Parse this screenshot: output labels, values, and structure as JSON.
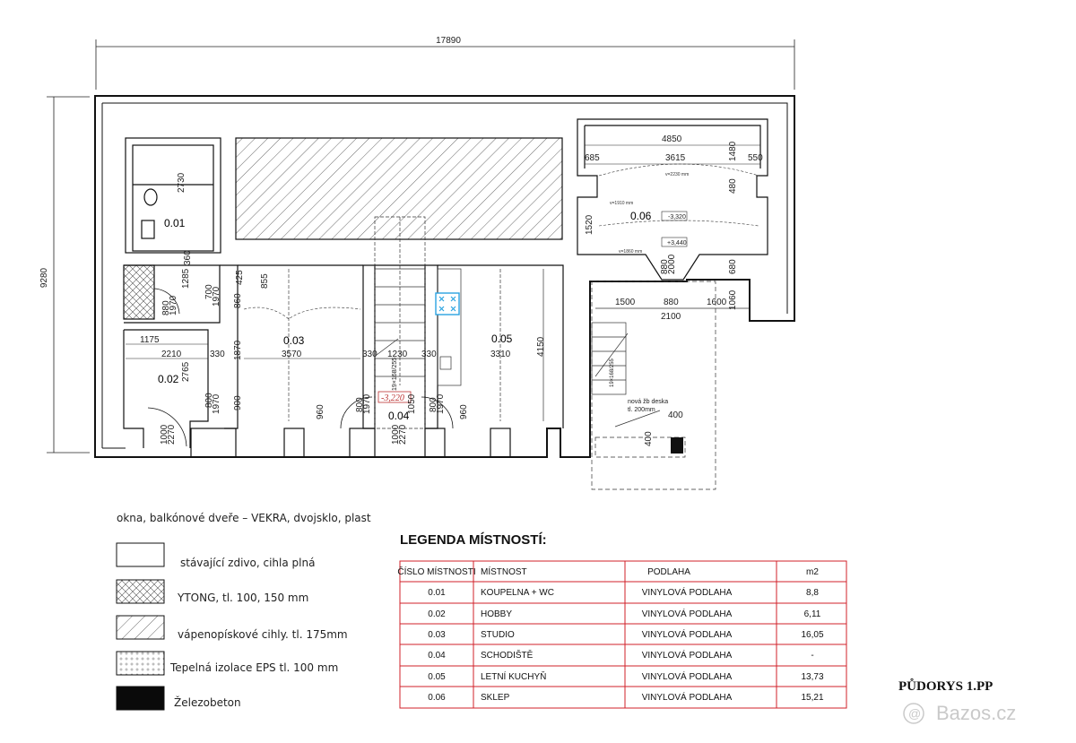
{
  "title": "PŮDORYS 1.PP",
  "watermark": "Bazos.cz",
  "dims": {
    "total_width": "17890",
    "total_height": "9280",
    "d2730": "2730",
    "d360": "360",
    "d1285": "1285",
    "d700_1970": "700",
    "d1970a": "1970",
    "d880_1970": "880",
    "d1970b": "1970",
    "d1175": "1175",
    "d2210": "2210",
    "d330a": "330",
    "d2765": "2765",
    "d800a": "800",
    "d1970c": "1970",
    "d1000": "1000",
    "d2270a": "2270",
    "d425": "425",
    "d855": "855",
    "d860": "860",
    "d1870": "1870",
    "d3570": "3570",
    "d900": "900",
    "d330b": "330",
    "d1230": "1230",
    "d330c": "330",
    "d960a": "960",
    "d800b": "800",
    "d1970d": "1970",
    "d1050": "1050",
    "d800c": "800",
    "d1970e": "1970",
    "d960b": "960",
    "d3310": "3310",
    "d4150": "4150",
    "d1000b": "1000",
    "d2270b": "2270",
    "stairs_label": "19×168/255",
    "level_stairs": "-3,220",
    "d4850": "4850",
    "d685": "685",
    "d3615": "3615",
    "d1480": "1480",
    "d550": "550",
    "d480": "480",
    "d1520": "1520",
    "level_cellar": "-3,320",
    "level_up": "+3,440",
    "d880_2000": "880",
    "d2000": "2000",
    "d680": "680",
    "d1500": "1500",
    "d880": "880",
    "d2100": "2100",
    "d1600": "1600",
    "d1060": "1060",
    "stairs2": "19×168/255",
    "new_slab_1": "nová žb deska",
    "new_slab_2": "tl. 200mm",
    "d400a": "400",
    "d400b": "400",
    "arch1": "v=2230 mm",
    "arch2": "v=1910 mm",
    "arch3": "v=1860 mm"
  },
  "rooms": {
    "r01": "0.01",
    "r02": "0.02",
    "r03": "0.03",
    "r04": "0.04",
    "r05": "0.05",
    "r06": "0.06"
  },
  "windows_note": "okna, balkónové dveře – VEKRA, dvojsklo, plast",
  "material_legend": [
    {
      "label": "stávající zdivo, cihla plná"
    },
    {
      "label": "YTONG, tl. 100, 150 mm"
    },
    {
      "label": "vápenopískové cihly. tl. 175mm"
    },
    {
      "label": "Tepelná izolace EPS tl. 100 mm"
    },
    {
      "label": "Železobeton"
    }
  ],
  "legend": {
    "title": "LEGENDA MÍSTNOSTÍ:",
    "headers": [
      "ČÍSLO MÍSTNOSTI",
      "MÍSTNOST",
      "PODLAHA",
      "m2"
    ],
    "rows": [
      [
        "0.01",
        "KOUPELNA + WC",
        "VINYLOVÁ PODLAHA",
        "8,8"
      ],
      [
        "0.02",
        "HOBBY",
        "VINYLOVÁ PODLAHA",
        "6,11"
      ],
      [
        "0.03",
        "STUDIO",
        "VINYLOVÁ PODLAHA",
        "16,05"
      ],
      [
        "0.04",
        "SCHODIŠTĚ",
        "VINYLOVÁ PODLAHA",
        "-"
      ],
      [
        "0.05",
        "LETNÍ KUCHYŇ",
        "VINYLOVÁ PODLAHA",
        "13,73"
      ],
      [
        "0.06",
        "SKLEP",
        "VINYLOVÁ PODLAHA",
        "15,21"
      ]
    ]
  },
  "colors": {
    "table_border": "#d0202a",
    "wall": "#111111",
    "appliance": "#2aa3e0"
  }
}
